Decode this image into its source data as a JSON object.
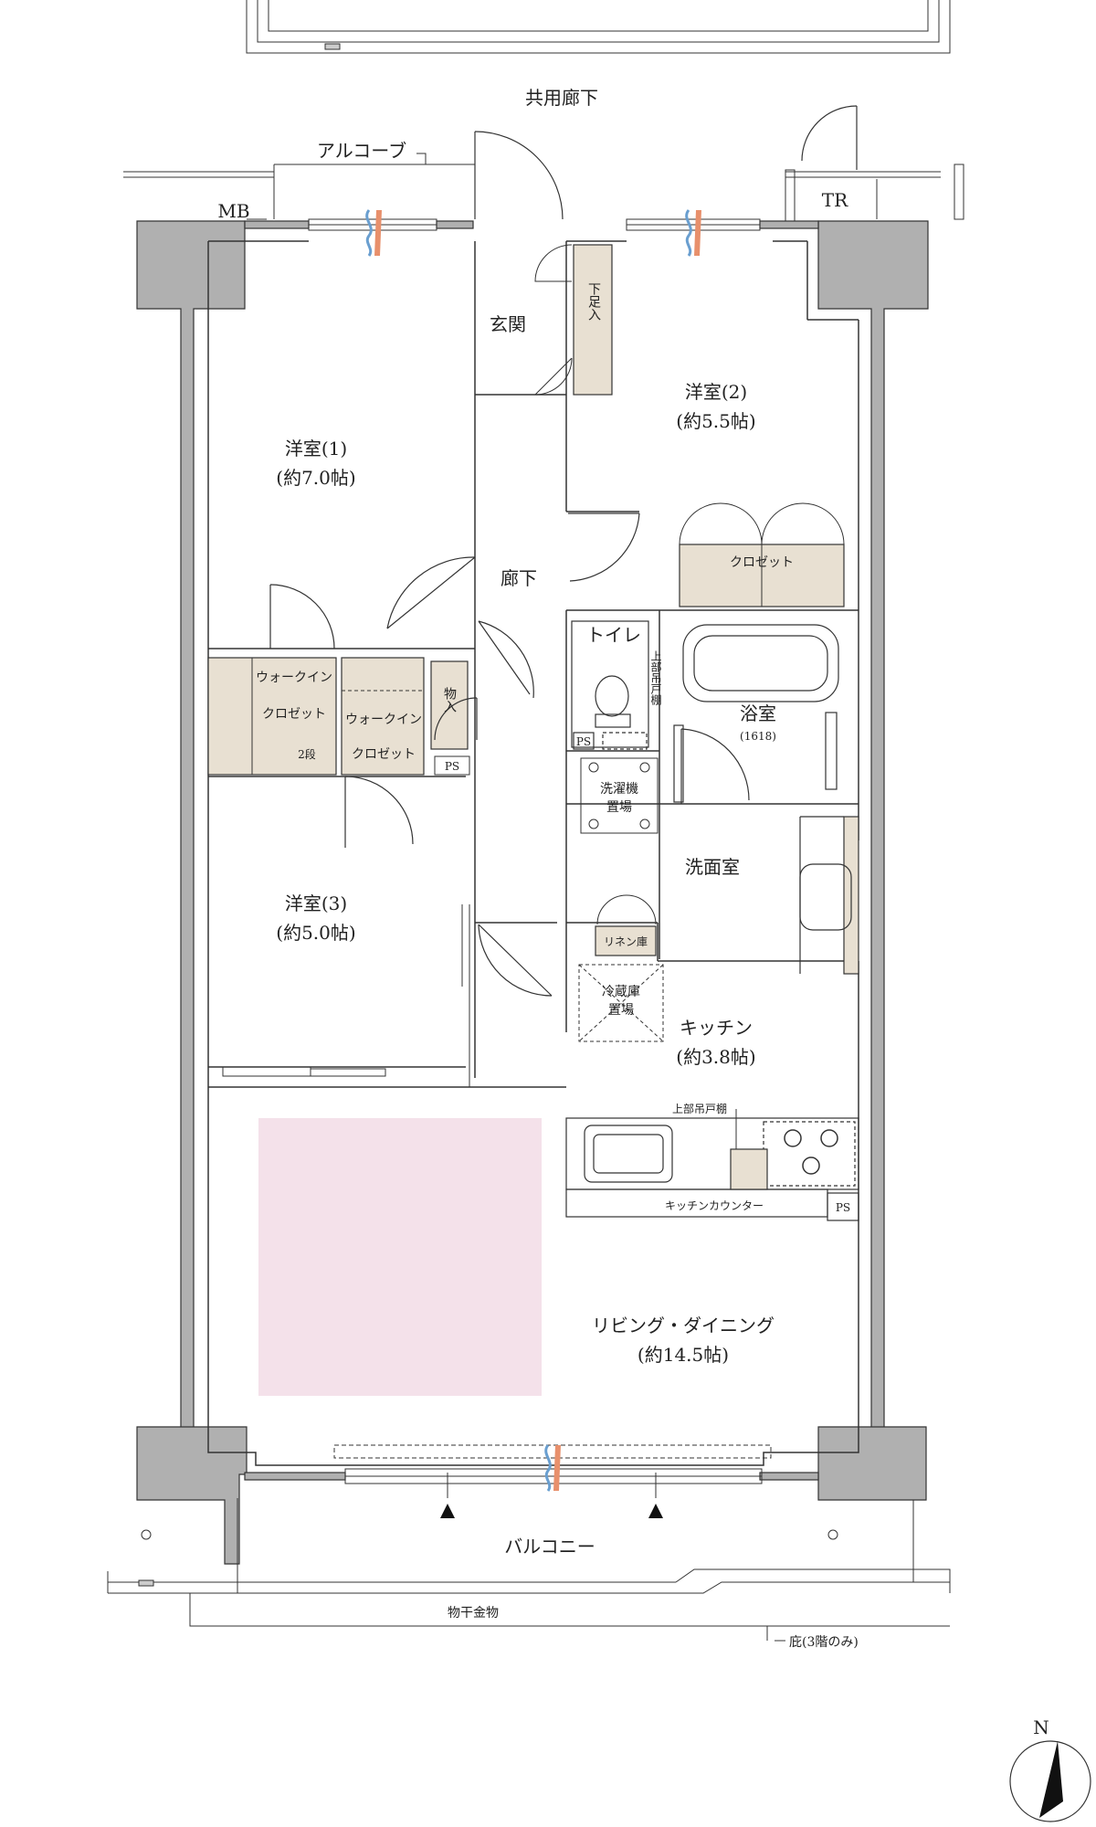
{
  "rooms": {
    "common_corridor": "共用廊下",
    "alcove": "アルコーブ",
    "mb": "MB",
    "tr": "TR",
    "genkan": "玄関",
    "shoe_storage": "下足入",
    "western1": {
      "name": "洋室(1)",
      "size": "(約7.0帖)"
    },
    "western2": {
      "name": "洋室(2)",
      "size": "(約5.5帖)"
    },
    "western3": {
      "name": "洋室(3)",
      "size": "(約5.0帖)"
    },
    "closet": "クロゼット",
    "hallway": "廊下",
    "toilet": "トイレ",
    "upper_cabinet_v": "上部吊戸棚",
    "bath": {
      "name": "浴室",
      "size": "(1618)"
    },
    "wic1": {
      "line1": "ウォークイン",
      "line2": "クロゼット",
      "step": "2段"
    },
    "wic2": {
      "line1": "ウォークイン",
      "line2": "クロゼット"
    },
    "storage": "物入",
    "ps": "PS",
    "washer": {
      "line1": "洗濯機",
      "line2": "置場"
    },
    "washroom": "洗面室",
    "linen": "リネン庫",
    "fridge": {
      "line1": "冷蔵庫",
      "line2": "置場"
    },
    "kitchen": {
      "name": "キッチン",
      "size": "(約3.8帖)"
    },
    "upper_cabinet": "上部吊戸棚",
    "kitchen_counter": "キッチンカウンター",
    "living": {
      "name": "リビング・ダイニング",
      "size": "(約14.5帖)"
    },
    "balcony": "バルコニー",
    "drying_rack": "物干金物",
    "eaves": "庇(3階のみ)",
    "north": "N"
  },
  "colors": {
    "wall": "#b0b0b0",
    "closet_fill": "#e8e0d2",
    "highlight": "#f4e1ea",
    "line": "#333333",
    "vent_blue": "#6a9fd0",
    "vent_orange": "#e8906c"
  }
}
